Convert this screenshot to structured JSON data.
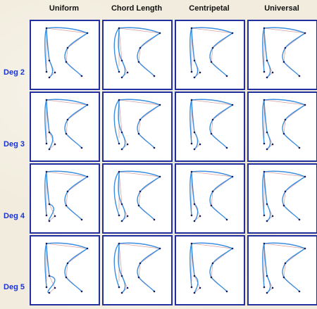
{
  "columns": [
    "Uniform",
    "Chord Length",
    "Centripetal",
    "Universal"
  ],
  "rows": [
    "Deg 2",
    "Deg 3",
    "Deg 4",
    "Deg 5"
  ],
  "colors": {
    "curve": "#3b8fe0",
    "control_polygon": "#d99a9a",
    "points": "#1a1a55",
    "cell_border": "#222f9e",
    "row_label": "#1a33d6"
  }
}
